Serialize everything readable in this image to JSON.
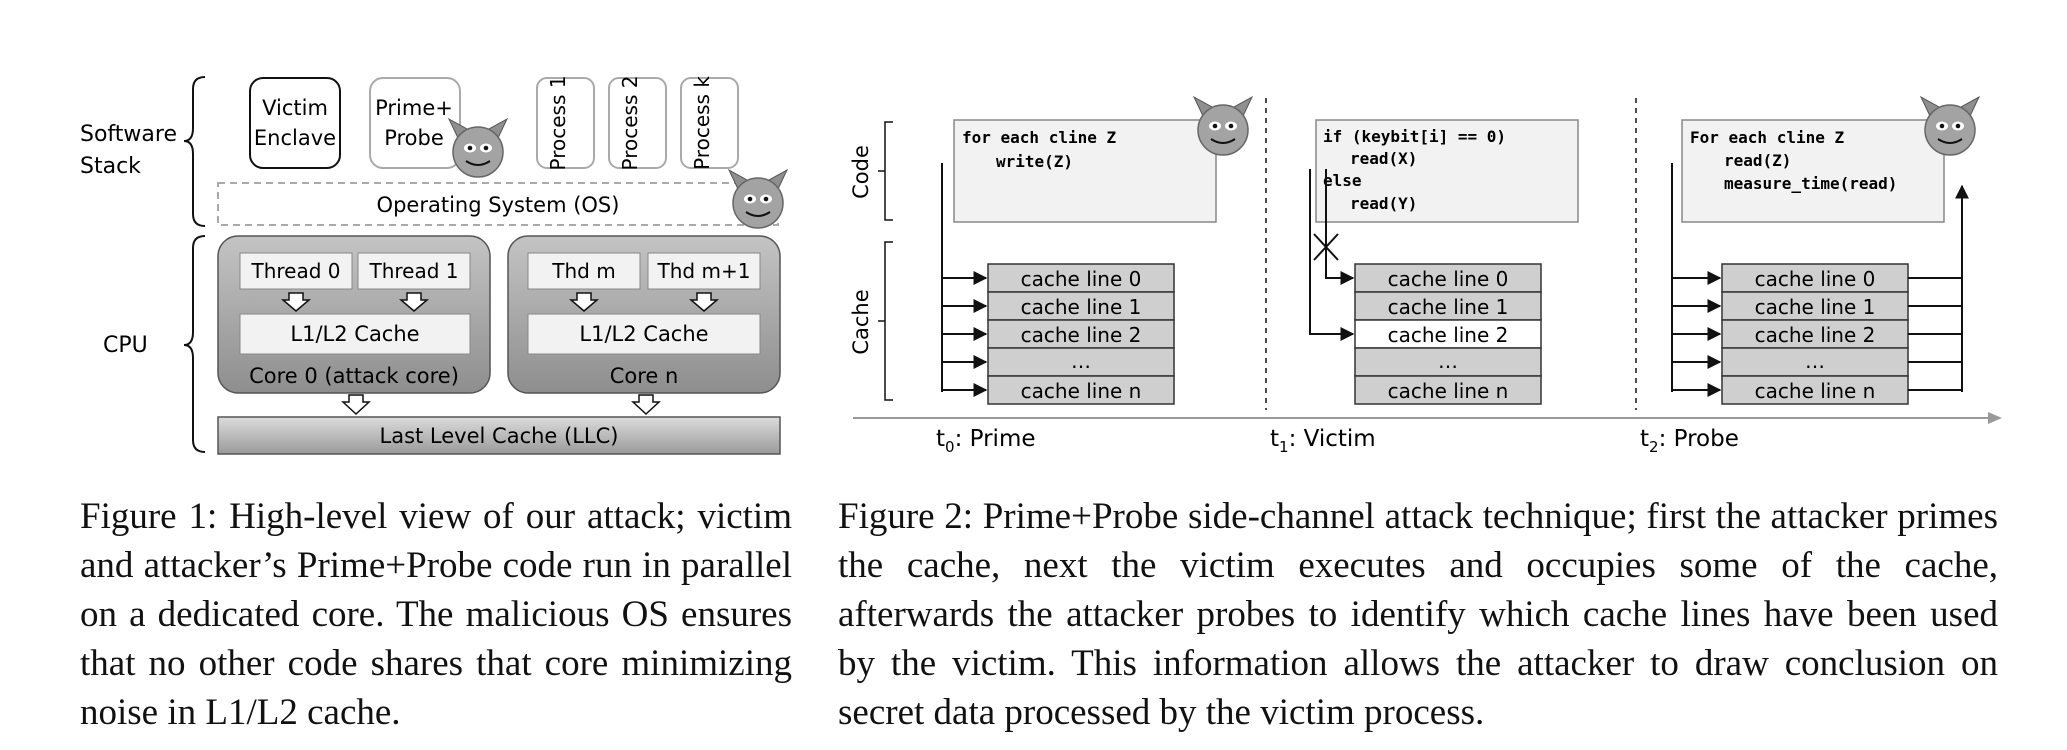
{
  "figure1": {
    "software_stack_label": [
      "Software",
      "Stack"
    ],
    "cpu_label": "CPU",
    "victim_enclave": [
      "Victim",
      "Enclave"
    ],
    "prime_probe": [
      "Prime+",
      "Probe"
    ],
    "processes": [
      "Process 1",
      "Process 2",
      "Process k"
    ],
    "os": "Operating System (OS)",
    "core0": {
      "thread_a": "Thread 0",
      "thread_b": "Thread 1",
      "cache": "L1/L2 Cache",
      "label": "Core 0 (attack core)"
    },
    "coren": {
      "thread_a": "Thd m",
      "thread_b": "Thd m+1",
      "cache": "L1/L2 Cache",
      "label": "Core n"
    },
    "llc": "Last Level Cache (LLC)"
  },
  "figure2": {
    "row_code": "Code",
    "row_cache": "Cache",
    "cache_lines": [
      "cache line 0",
      "cache line 1",
      "cache line 2",
      "…",
      "cache line n"
    ],
    "prime_code": [
      "for each cline Z",
      "write(Z)"
    ],
    "victim_code": [
      "if (keybit[i] == 0)",
      "read(X)",
      "else",
      "read(Y)"
    ],
    "probe_code": [
      "For each cline Z",
      "read(Z)",
      "measure_time(read)"
    ],
    "phases": [
      {
        "t": "t",
        "sub": "0",
        "label": ": Prime"
      },
      {
        "t": "t",
        "sub": "1",
        "label": ": Victim"
      },
      {
        "t": "t",
        "sub": "2",
        "label": ": Probe"
      }
    ]
  },
  "captions": {
    "fig1": "Figure 1: High-level view of our attack; victim and attacker’s Prime+Probe code run in parallel on a dedicated core. The malicious OS ensures that no other code shares that core minimizing noise in L1/L2 cache.",
    "fig2": "Figure 2: Prime+Probe side-channel attack technique; first the attacker primes the cache, next the victim executes and occupies some of the cache, afterwards the attacker probes to identify which cache lines have been used by the victim. This information allows the attacker to draw conclusion on secret data processed by the victim process."
  }
}
